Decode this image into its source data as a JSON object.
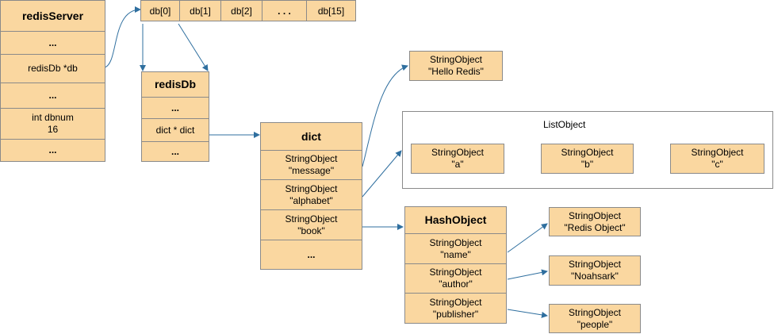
{
  "redis_server": {
    "title": "redisServer",
    "rows": [
      "...",
      "redisDb *db",
      "...",
      "int dbnum",
      "16",
      "..."
    ]
  },
  "db_array": [
    "db[0]",
    "db[1]",
    "db[2]",
    ". . .",
    "db[15]"
  ],
  "redis_db": {
    "title": "redisDb",
    "rows": [
      "...",
      "dict * dict",
      "..."
    ]
  },
  "dict": {
    "title": "dict",
    "entries": [
      {
        "type": "StringObject",
        "key": "\"message\""
      },
      {
        "type": "StringObject",
        "key": "\"alphabet\""
      },
      {
        "type": "StringObject",
        "key": "\"book\""
      }
    ],
    "more": "..."
  },
  "string_value": {
    "type": "StringObject",
    "value": "\"Hello Redis\""
  },
  "list_object": {
    "title": "ListObject",
    "items": [
      {
        "type": "StringObject",
        "value": "\"a\""
      },
      {
        "type": "StringObject",
        "value": "\"b\""
      },
      {
        "type": "StringObject",
        "value": "\"c\""
      }
    ]
  },
  "hash_object": {
    "title": "HashObject",
    "fields": [
      {
        "type": "StringObject",
        "key": "\"name\"",
        "vtype": "StringObject",
        "value": "\"Redis Object\""
      },
      {
        "type": "StringObject",
        "key": "\"author\"",
        "vtype": "StringObject",
        "value": "\"Noahsark\""
      },
      {
        "type": "StringObject",
        "key": "\"publisher\"",
        "vtype": "StringObject",
        "value": "\"people\""
      }
    ]
  },
  "colors": {
    "fill": "#fad7a0",
    "border": "#8a8a8a",
    "arrow": "#2f6f9f"
  }
}
